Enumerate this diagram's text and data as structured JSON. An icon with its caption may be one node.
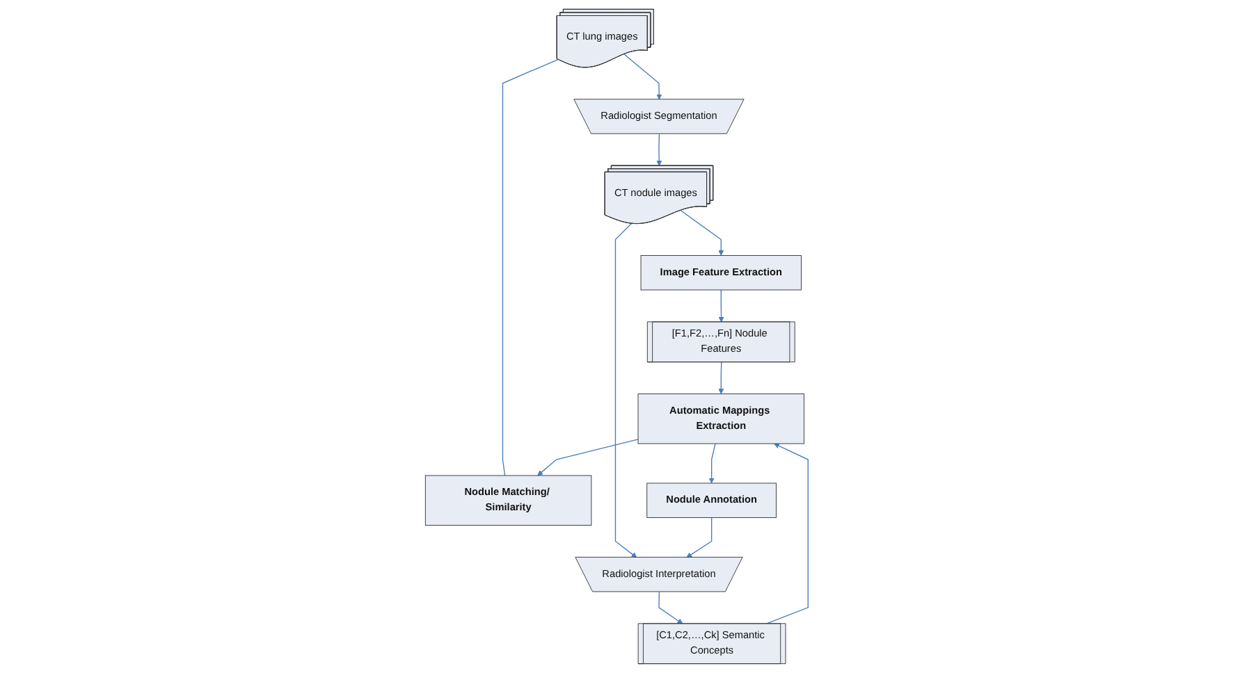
{
  "diagram": {
    "nodes": [
      {
        "text": [
          "CT lung images"
        ]
      },
      {
        "text": [
          "Radiologist Segmentation"
        ]
      },
      {
        "text": [
          "CT nodule images"
        ]
      },
      {
        "text": [
          "Image Feature Extraction"
        ]
      },
      {
        "text": [
          "Radiologist Interpretation"
        ]
      },
      {
        "text": [
          "[F1,F2,…,Fn] Nodule Features"
        ]
      },
      {
        "text": [
          "[C1,C2,…,Ck] Semantic Concepts"
        ]
      },
      {
        "text": [
          "Automatic Mappings Extraction"
        ]
      },
      {
        "text": [
          "Nodule Matching/ Similarity"
        ]
      },
      {
        "text": [
          "Nodule Annotation"
        ]
      }
    ],
    "edges": [
      {
        "from": 0,
        "to": 1,
        "arrow": "to"
      },
      {
        "from": 1,
        "to": 2,
        "arrow": "to"
      },
      {
        "from": 0,
        "to": 8,
        "arrow": "none"
      },
      {
        "from": 2,
        "to": 3,
        "arrow": "to"
      },
      {
        "from": 2,
        "to": 4,
        "arrow": "to"
      },
      {
        "from": 3,
        "to": 5,
        "arrow": "to"
      },
      {
        "from": 4,
        "to": 6,
        "arrow": "to"
      },
      {
        "from": 5,
        "to": 7,
        "arrow": "to"
      },
      {
        "from": 6,
        "to": 7,
        "arrow": "to"
      },
      {
        "from": 7,
        "to": 8,
        "arrow": "to"
      },
      {
        "from": 7,
        "to": 9,
        "arrow": "to"
      },
      {
        "from": 9,
        "to": 4,
        "arrow": "to"
      }
    ]
  }
}
